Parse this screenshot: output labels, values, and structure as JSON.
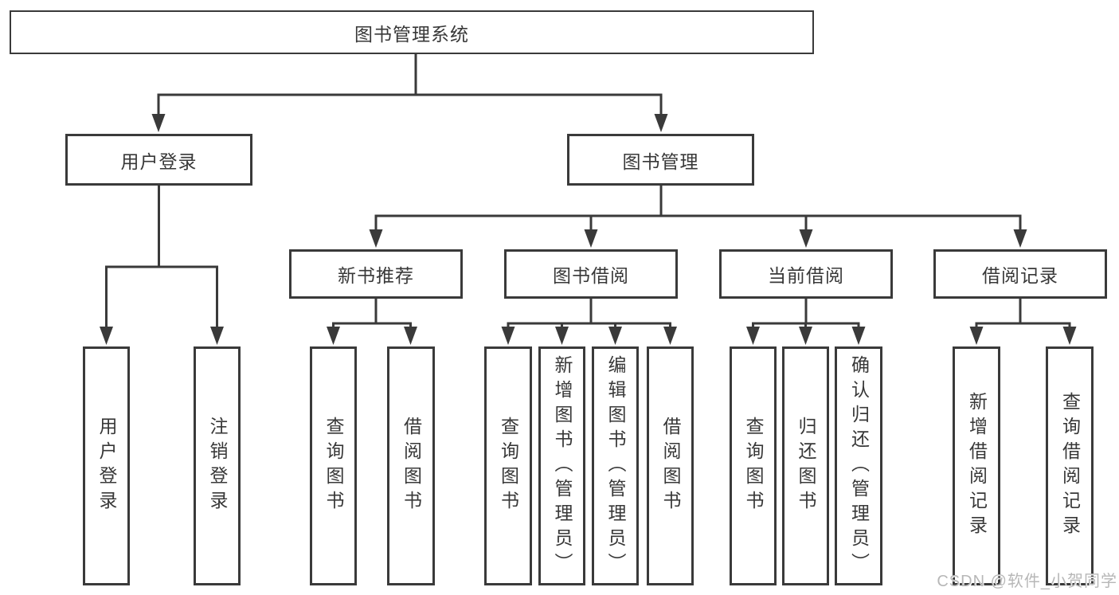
{
  "colors": {
    "line": "#3a3a3a",
    "box_border": "#3a3a3a",
    "text": "#383838",
    "watermark": "#b7b7b7",
    "background": "#ffffff"
  },
  "watermark": "CSDN @软件_小贺同学",
  "tree": {
    "label": "图书管理系统",
    "children": [
      {
        "label": "用户登录",
        "children": [
          {
            "label": "用户登录"
          },
          {
            "label": "注销登录"
          }
        ]
      },
      {
        "label": "图书管理",
        "children": [
          {
            "label": "新书推荐",
            "children": [
              {
                "label": "查询图书"
              },
              {
                "label": "借阅图书"
              }
            ]
          },
          {
            "label": "图书借阅",
            "children": [
              {
                "label": "查询图书"
              },
              {
                "label": "新增图书（管理员）"
              },
              {
                "label": "编辑图书（管理员）"
              },
              {
                "label": "借阅图书"
              }
            ]
          },
          {
            "label": "当前借阅",
            "children": [
              {
                "label": "查询图书"
              },
              {
                "label": "归还图书"
              },
              {
                "label": "确认归还（管理员）"
              }
            ]
          },
          {
            "label": "借阅记录",
            "children": [
              {
                "label": "新增借阅记录"
              },
              {
                "label": "查询借阅记录"
              }
            ]
          }
        ]
      }
    ]
  }
}
